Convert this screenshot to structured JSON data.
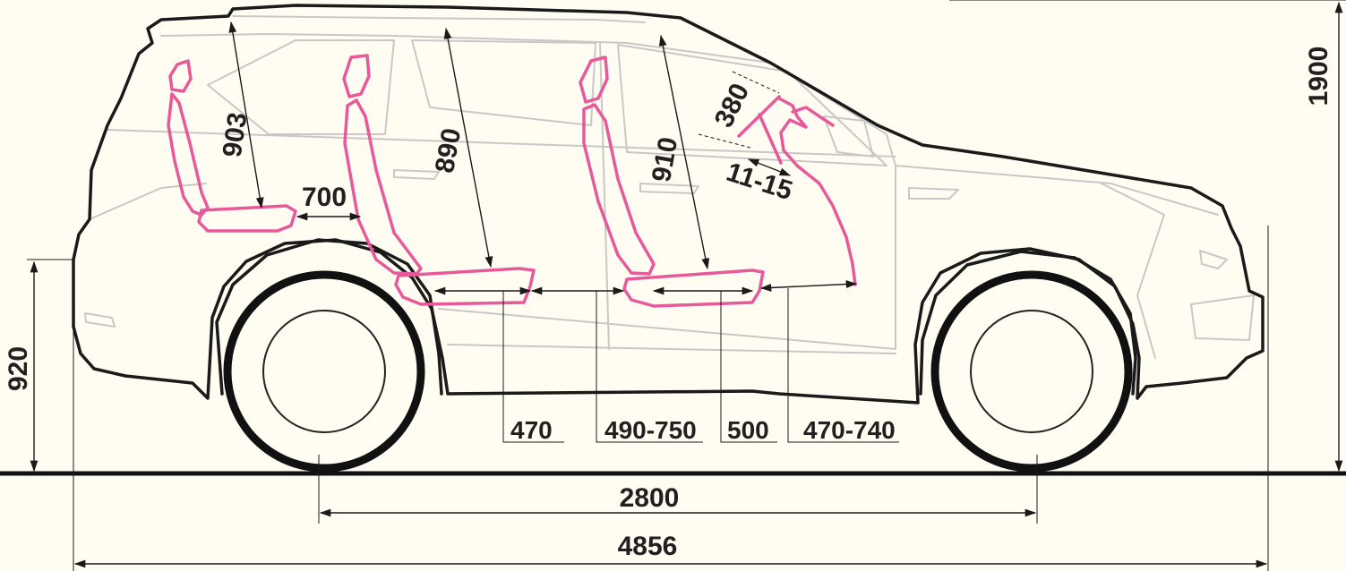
{
  "dimensions": {
    "overall_length": "4856",
    "wheelbase": "2800",
    "overall_height": "1900",
    "hip_point_height": "920",
    "third_row_headroom": "903",
    "second_row_headroom": "890",
    "front_headroom": "910",
    "third_row_legroom": "700",
    "steering_wheel": "380",
    "steering_adjust": "11-15",
    "second_row_cushion": "470",
    "second_row_legroom": "490-750",
    "front_cushion": "500",
    "front_legroom": "470-740"
  },
  "colors": {
    "seat_outline": "#e8599a",
    "body_outline": "#1a1a1a",
    "background": "#fffdf2"
  }
}
